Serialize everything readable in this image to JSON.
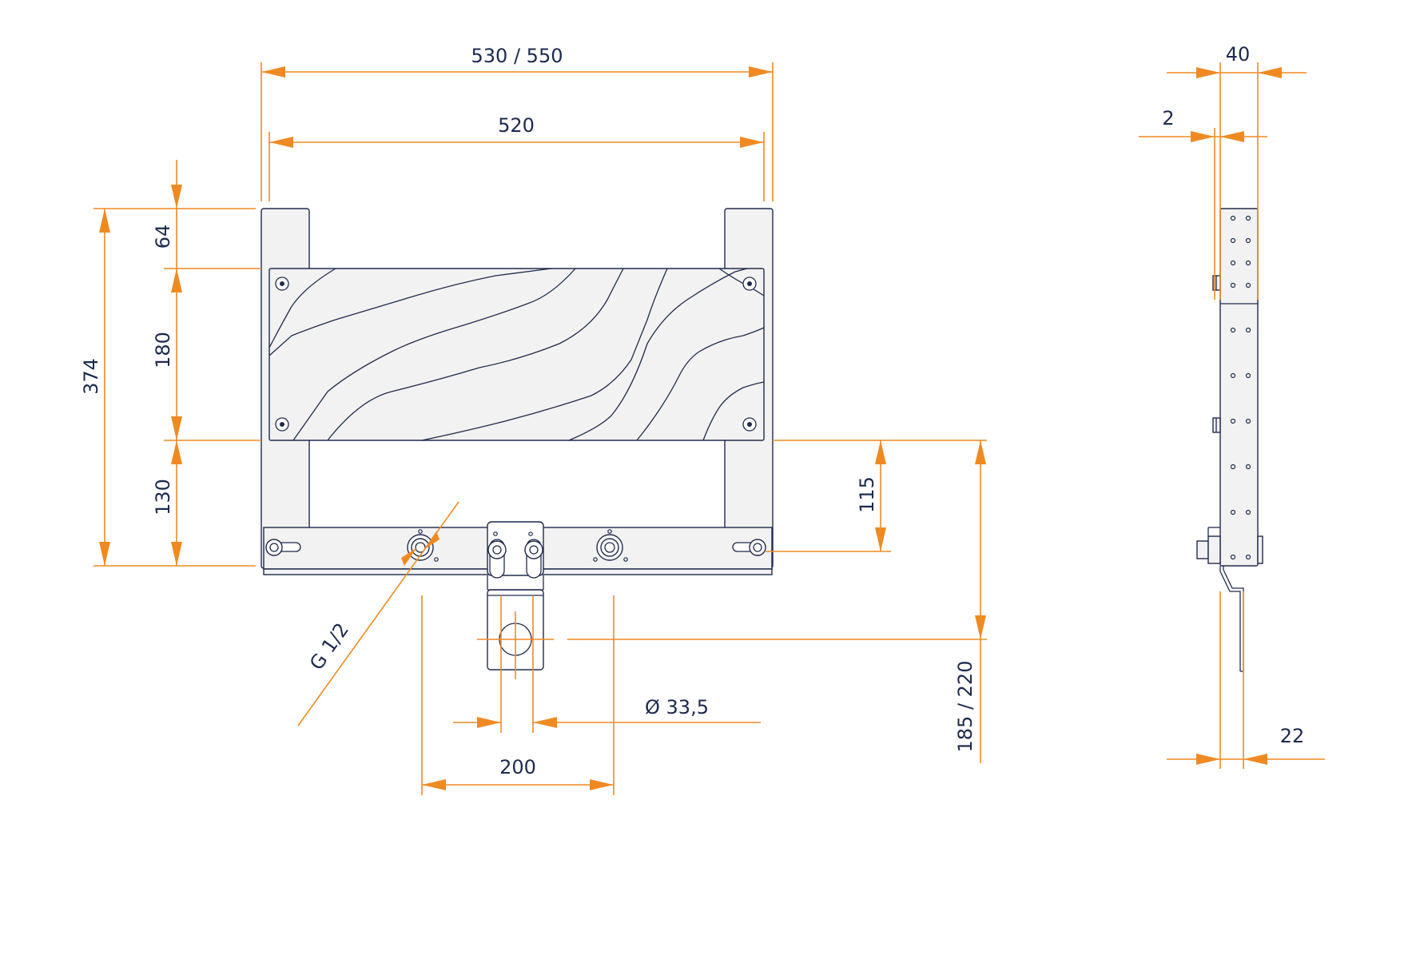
{
  "dimensions": {
    "overall_width": "530 / 550",
    "inner_width": "520",
    "top_offset": "64",
    "panel_height": "180",
    "total_height": "374",
    "lower_height": "130",
    "rail_offset": "115",
    "outlet_depth": "185 / 220",
    "thread": "G 1/2",
    "pipe_diameter": "Ø 33,5",
    "connection_spacing": "200",
    "side_depth": "40",
    "side_plate": "2",
    "side_bracket": "22"
  },
  "colors": {
    "dimension": "#ef8a22",
    "outline": "#1f2b4d",
    "text": "#1b2a4e",
    "fill": "#f2f2f2"
  }
}
